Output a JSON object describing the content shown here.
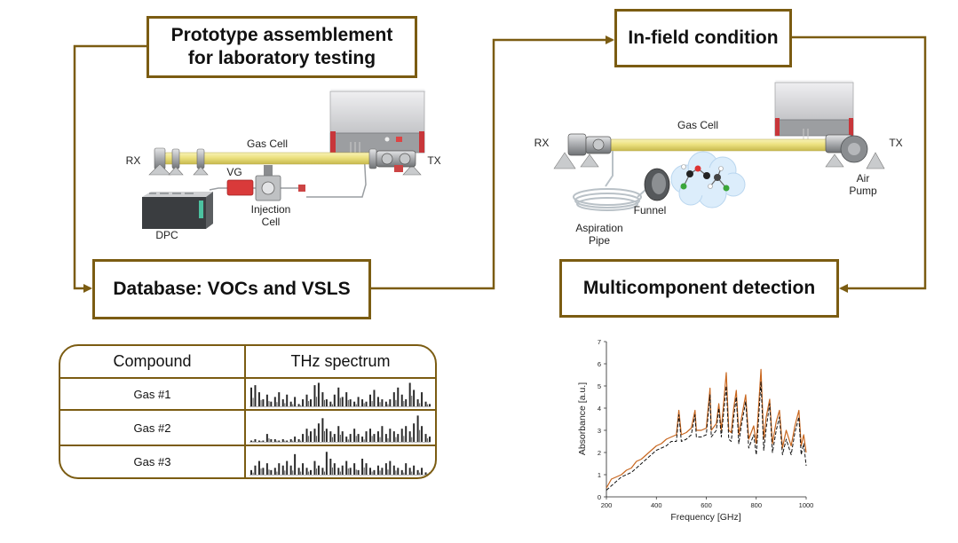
{
  "boxes": {
    "prototype": {
      "lines": [
        "Prototype assemblement",
        "for laboratory testing"
      ]
    },
    "infield": {
      "label": "In-field condition"
    },
    "database": {
      "label": "Database: VOCs and VSLS"
    },
    "multicomponent": {
      "label": "Multicomponent detection"
    }
  },
  "lab_setup": {
    "rx": "RX",
    "tx": "TX",
    "gas_cell": "Gas Cell",
    "vg": "VG",
    "injection_cell": [
      "Injection",
      "Cell"
    ],
    "dpc": "DPC"
  },
  "field_setup": {
    "rx": "RX",
    "tx": "TX",
    "gas_cell": "Gas Cell",
    "air_pump": [
      "Air",
      "Pump"
    ],
    "funnel": "Funnel",
    "aspiration_pipe": [
      "Aspiration",
      "Pipe"
    ]
  },
  "table": {
    "headers": [
      "Compound",
      "THz spectrum"
    ],
    "rows": [
      {
        "compound": "Gas #1",
        "spectrum": [
          0.8,
          0.9,
          0.6,
          0.3,
          0.5,
          0.2,
          0.4,
          0.6,
          0.3,
          0.5,
          0.2,
          0.4,
          0.1,
          0.3,
          0.5,
          0.3,
          0.9,
          1.0,
          0.6,
          0.3,
          0.2,
          0.5,
          0.8,
          0.4,
          0.6,
          0.3,
          0.2,
          0.4,
          0.3,
          0.2,
          0.5,
          0.7,
          0.4,
          0.3,
          0.2,
          0.3,
          0.6,
          0.8,
          0.5,
          0.3,
          1.0,
          0.7,
          0.3,
          0.6,
          0.2,
          0.1
        ]
      },
      {
        "compound": "Gas #2",
        "spectrum": [
          0.05,
          0.1,
          0.05,
          0.05,
          0.3,
          0.1,
          0.1,
          0.05,
          0.1,
          0.05,
          0.1,
          0.2,
          0.1,
          0.3,
          0.5,
          0.4,
          0.5,
          0.7,
          0.9,
          0.5,
          0.4,
          0.3,
          0.6,
          0.4,
          0.2,
          0.3,
          0.5,
          0.3,
          0.2,
          0.4,
          0.5,
          0.3,
          0.4,
          0.6,
          0.3,
          0.5,
          0.4,
          0.3,
          0.5,
          0.6,
          0.4,
          0.7,
          1.0,
          0.6,
          0.3,
          0.2
        ]
      },
      {
        "compound": "Gas #3",
        "spectrum": [
          0.2,
          0.4,
          0.6,
          0.3,
          0.5,
          0.2,
          0.3,
          0.5,
          0.4,
          0.6,
          0.4,
          0.9,
          0.3,
          0.5,
          0.3,
          0.2,
          0.6,
          0.4,
          0.3,
          1.0,
          0.7,
          0.5,
          0.3,
          0.4,
          0.6,
          0.3,
          0.5,
          0.2,
          0.7,
          0.5,
          0.3,
          0.2,
          0.4,
          0.3,
          0.5,
          0.6,
          0.4,
          0.3,
          0.2,
          0.5,
          0.3,
          0.4,
          0.2,
          0.3,
          0.1,
          0.1
        ]
      }
    ]
  },
  "colors": {
    "frame": "#7b5c12",
    "spectrum_bar": "#2b2b2b",
    "tube": "#ece17f",
    "vg_red": "#d93a3a"
  },
  "chart_data": {
    "type": "line",
    "xlabel": "Frequency [GHz]",
    "ylabel": "Absorbance [a.u.]",
    "xlim": [
      200,
      1000
    ],
    "ylim": [
      0,
      7
    ],
    "xticks": [
      200,
      400,
      600,
      800,
      1000
    ],
    "yticks": [
      0,
      1,
      2,
      3,
      4,
      5,
      6,
      7
    ],
    "grid": false,
    "x": [
      200,
      220,
      240,
      260,
      280,
      300,
      320,
      340,
      360,
      380,
      400,
      420,
      440,
      460,
      480,
      490,
      500,
      520,
      540,
      555,
      560,
      580,
      600,
      615,
      620,
      640,
      650,
      660,
      680,
      690,
      700,
      710,
      720,
      730,
      740,
      758,
      770,
      790,
      800,
      819,
      830,
      840,
      854,
      865,
      880,
      893,
      905,
      920,
      940,
      955,
      971,
      980,
      990,
      1000
    ],
    "series": [
      {
        "style": "solid",
        "color": "#c8661e",
        "values": [
          0.4,
          0.8,
          0.9,
          1.0,
          1.2,
          1.3,
          1.6,
          1.7,
          1.9,
          2.1,
          2.3,
          2.4,
          2.6,
          2.7,
          2.8,
          3.9,
          2.8,
          2.9,
          3.1,
          3.9,
          3.0,
          3.0,
          3.1,
          4.9,
          3.0,
          3.3,
          4.2,
          3.0,
          5.6,
          3.0,
          2.9,
          4.0,
          4.8,
          2.8,
          3.5,
          4.6,
          2.6,
          3.2,
          2.4,
          5.75,
          2.6,
          3.6,
          4.4,
          2.4,
          3.4,
          3.9,
          2.2,
          3.0,
          2.3,
          3.2,
          3.9,
          2.3,
          2.8,
          2.0
        ]
      },
      {
        "style": "dashed",
        "color": "#111111",
        "values": [
          0.3,
          0.5,
          0.7,
          0.9,
          1.0,
          1.1,
          1.3,
          1.5,
          1.7,
          1.9,
          2.1,
          2.2,
          2.3,
          2.5,
          2.5,
          3.7,
          2.5,
          2.6,
          2.8,
          3.7,
          2.7,
          2.7,
          2.8,
          4.6,
          2.7,
          3.0,
          4.0,
          2.7,
          5.0,
          2.6,
          2.5,
          3.6,
          4.5,
          2.4,
          3.2,
          4.3,
          2.2,
          2.8,
          1.9,
          5.2,
          2.1,
          3.1,
          4.2,
          2.0,
          3.0,
          3.6,
          1.9,
          2.6,
          1.9,
          2.9,
          3.6,
          1.9,
          2.4,
          1.4
        ]
      }
    ]
  }
}
